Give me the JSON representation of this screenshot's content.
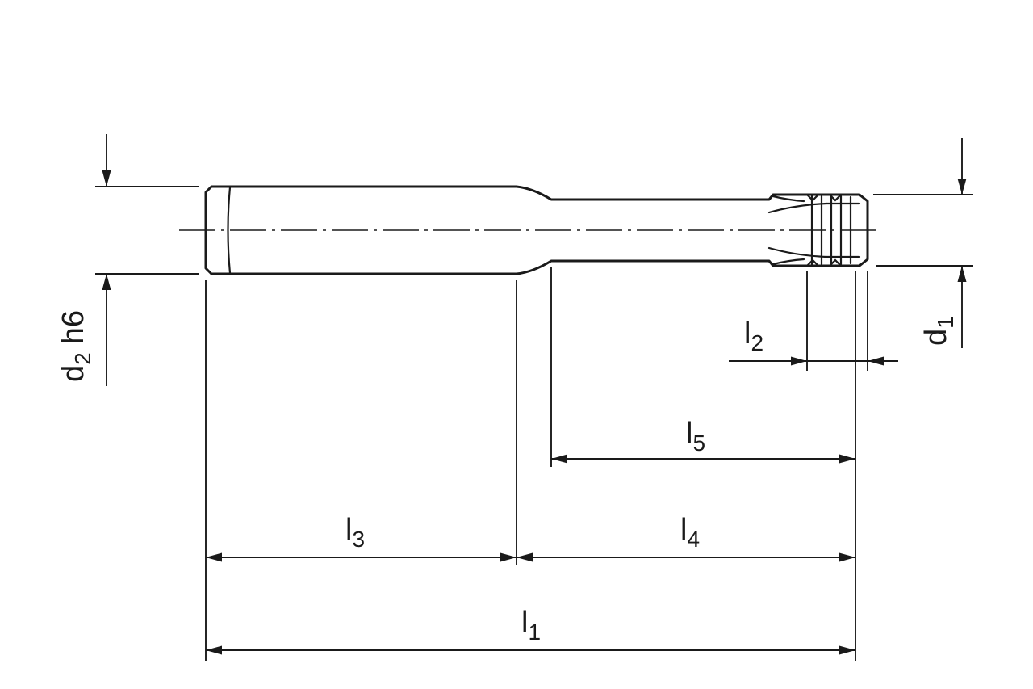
{
  "colors": {
    "ink": "#1a1a1a",
    "background": "#ffffff"
  },
  "labels": {
    "d2": {
      "base": "d",
      "sub": "2",
      "suffix": "h6"
    },
    "d1": {
      "base": "d",
      "sub": "1"
    },
    "l1": {
      "base": "l",
      "sub": "1"
    },
    "l2": {
      "base": "l",
      "sub": "2"
    },
    "l3": {
      "base": "l",
      "sub": "3"
    },
    "l4": {
      "base": "l",
      "sub": "4"
    },
    "l5": {
      "base": "l",
      "sub": "5"
    }
  }
}
